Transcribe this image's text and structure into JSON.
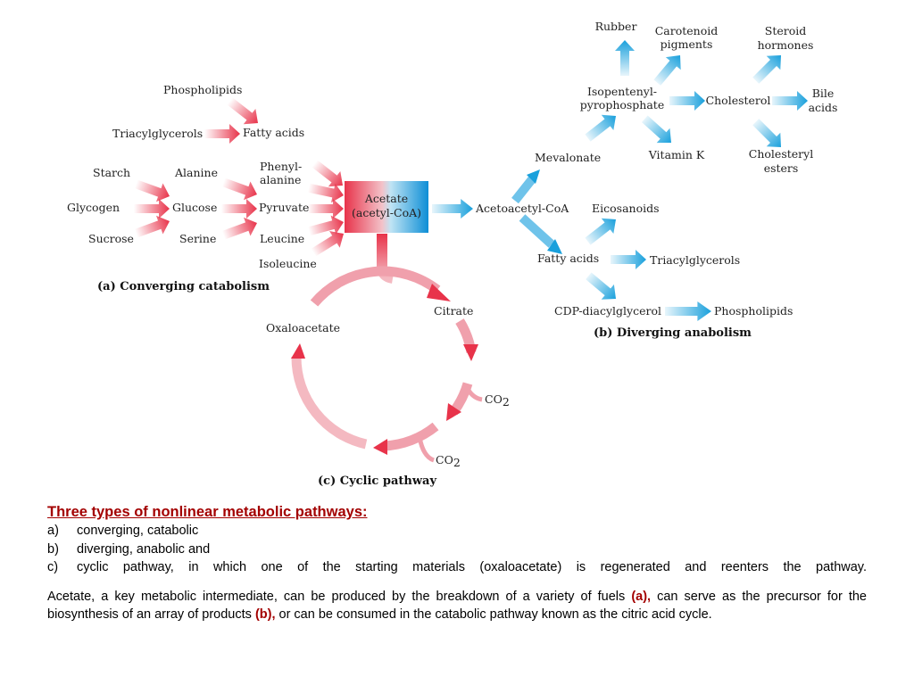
{
  "converging": {
    "caption": "(a) Converging catabolism",
    "phospholipids": "Phospholipids",
    "triacylglycerols": "Triacylglycerols",
    "fatty_acids": "Fatty acids",
    "starch": "Starch",
    "glycogen": "Glycogen",
    "sucrose": "Sucrose",
    "alanine": "Alanine",
    "glucose": "Glucose",
    "serine": "Serine",
    "phenylalanine_1": "Phenyl-",
    "phenylalanine_2": "alanine",
    "pyruvate": "Pyruvate",
    "leucine": "Leucine",
    "isoleucine": "Isoleucine"
  },
  "acetate_box": {
    "line1": "Acetate",
    "line2": "(acetyl-CoA)"
  },
  "diverging": {
    "caption": "(b) Diverging anabolism",
    "acetoacetyl_coa": "Acetoacetyl-CoA",
    "mevalonate": "Mevalonate",
    "isopentenyl_1": "Isopentenyl-",
    "isopentenyl_2": "pyrophosphate",
    "rubber": "Rubber",
    "carotenoid_1": "Carotenoid",
    "carotenoid_2": "pigments",
    "vitamin_k": "Vitamin K",
    "cholesterol": "Cholesterol",
    "steroid_1": "Steroid",
    "steroid_2": "hormones",
    "bile_1": "Bile",
    "bile_2": "acids",
    "cholesteryl_1": "Cholesteryl",
    "cholesteryl_2": "esters",
    "eicosanoids": "Eicosanoids",
    "fatty_acids": "Fatty acids",
    "triacylglycerols": "Triacylglycerols",
    "cdp_diacylglycerol": "CDP-diacylglycerol",
    "phospholipids": "Phospholipids"
  },
  "cyclic": {
    "caption": "(c) Cyclic pathway",
    "citrate": "Citrate",
    "oxaloacetate": "Oxaloacetate",
    "co2_a": "CO",
    "co2_a_sub": "2",
    "co2_b": "CO",
    "co2_b_sub": "2"
  },
  "caption": {
    "title": "Three types of nonlinear metabolic pathways:",
    "items": [
      {
        "marker": "a)",
        "text": "converging, catabolic"
      },
      {
        "marker": "b)",
        "text": "diverging, anabolic and"
      },
      {
        "marker": "c)",
        "text": "cyclic pathway, in which one of the starting materials (oxaloacetate) is regenerated and reenters the pathway."
      }
    ],
    "para_1": "Acetate, a key metabolic intermediate, can be produced by the breakdown of a variety of fuels ",
    "para_hl_a": "(a),",
    "para_2": " can serve as the precursor for the biosynthesis of an array of products ",
    "para_hl_b": "(b),",
    "para_3": " or can be consumed in the catabolic pathway known as the citric acid cycle."
  },
  "colors": {
    "red": "#e8334a",
    "blue": "#19a0dc",
    "caption_red": "#a30000"
  }
}
